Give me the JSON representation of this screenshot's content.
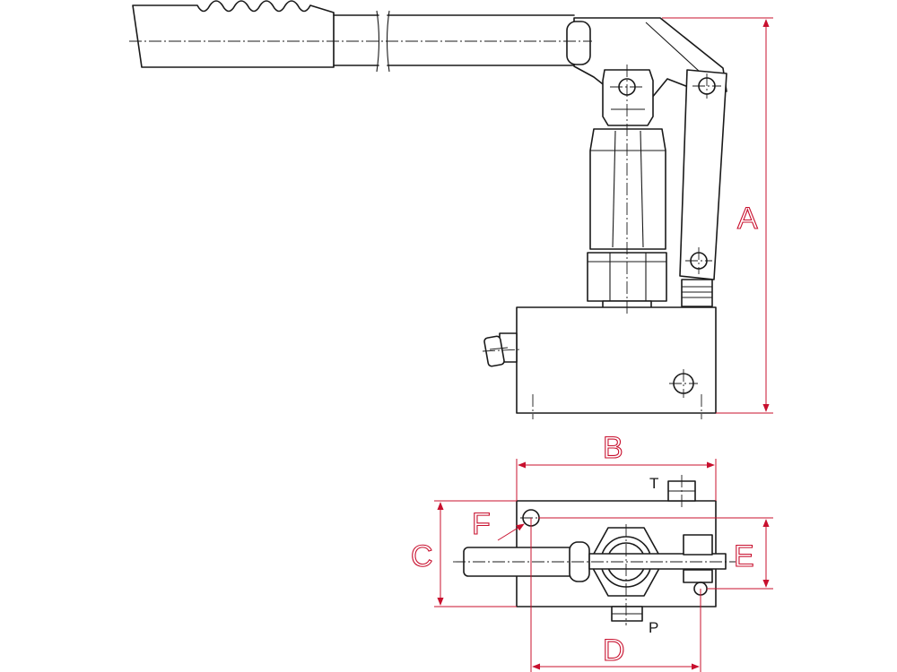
{
  "drawing": {
    "dimension_labels": {
      "a": "A",
      "b": "B",
      "c": "C",
      "d": "D",
      "e": "E",
      "f": "F"
    },
    "port_labels": {
      "tank": "T",
      "pressure": "P"
    },
    "colors": {
      "line": "#1a1a1a",
      "dimension": "#c8102e",
      "background": "#ffffff"
    }
  }
}
